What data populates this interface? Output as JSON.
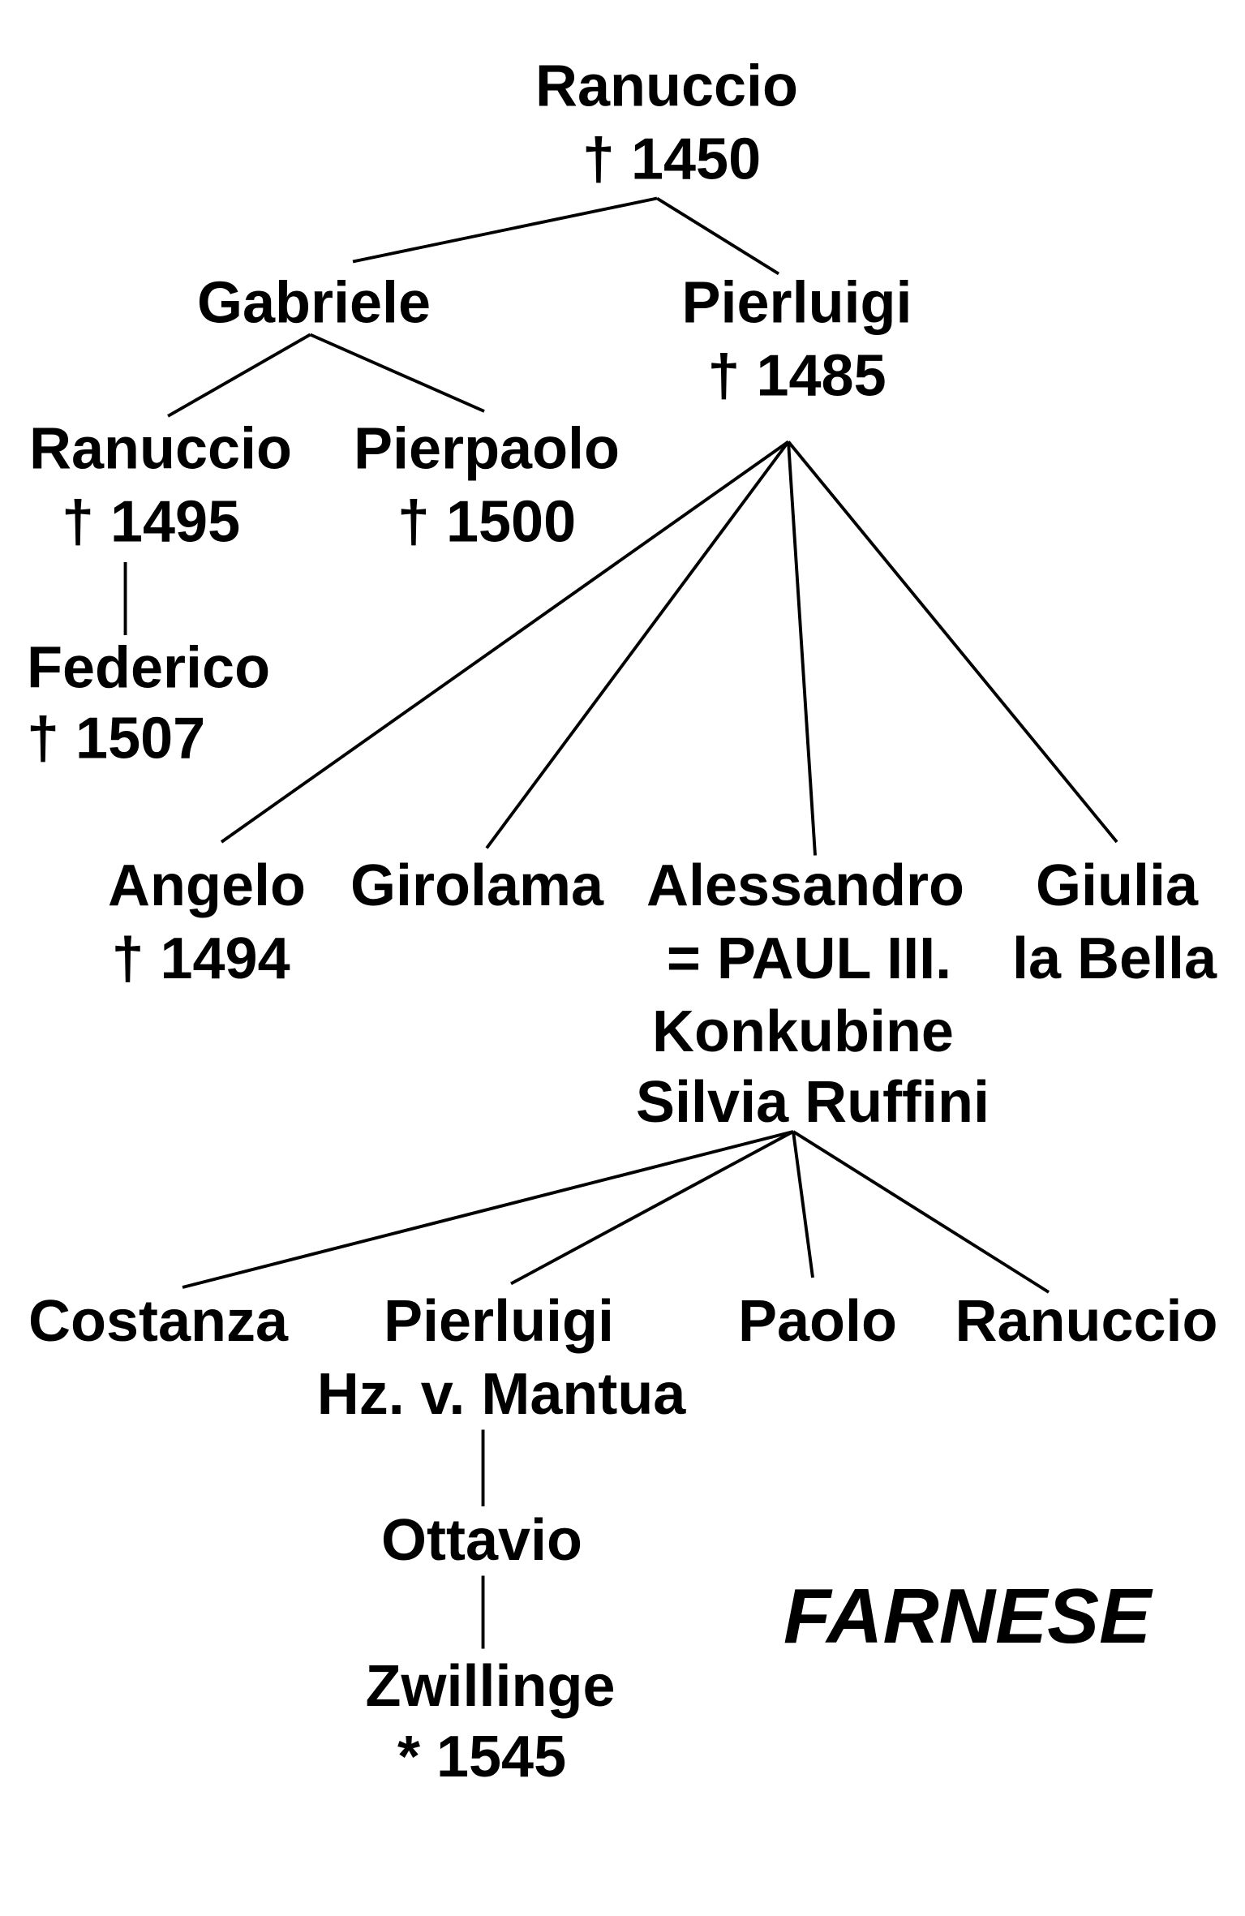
{
  "title": "FARNESE",
  "nodes": {
    "ranuccio_1450": [
      "Ranuccio",
      "† 1450"
    ],
    "gabriele": [
      "Gabriele"
    ],
    "pierluigi_1485": [
      "Pierluigi",
      "† 1485"
    ],
    "ranuccio_1495": [
      "Ranuccio",
      "† 1495"
    ],
    "pierpaolo": [
      "Pierpaolo",
      "† 1500"
    ],
    "federico": [
      "Federico",
      "† 1507"
    ],
    "angelo": [
      "Angelo",
      "† 1494"
    ],
    "girolama": [
      "Girolama"
    ],
    "alessandro": [
      "Alessandro",
      "= PAUL III.",
      "Konkubine",
      "Silvia Ruffini"
    ],
    "giulia": [
      "Giulia",
      "la Bella"
    ],
    "costanza": [
      "Costanza"
    ],
    "pierluigi_mantua": [
      "Pierluigi",
      "Hz. v. Mantua"
    ],
    "paolo": [
      "Paolo"
    ],
    "ranuccio_jr": [
      "Ranuccio"
    ],
    "ottavio": [
      "Ottavio"
    ],
    "zwillinge": [
      "Zwillinge",
      "* 1545"
    ]
  }
}
